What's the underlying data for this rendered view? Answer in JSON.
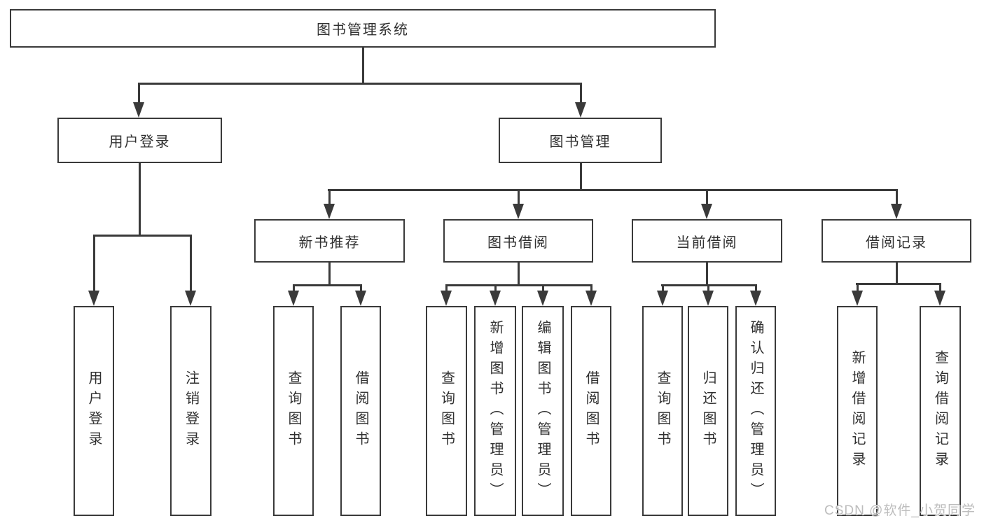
{
  "tree": {
    "label": "图书管理系统",
    "children": [
      {
        "label": "用户登录",
        "children": [
          {
            "label": "用户登录"
          },
          {
            "label": "注销登录"
          }
        ]
      },
      {
        "label": "图书管理",
        "children": [
          {
            "label": "新书推荐",
            "children": [
              {
                "label": "查询图书"
              },
              {
                "label": "借阅图书"
              }
            ]
          },
          {
            "label": "图书借阅",
            "children": [
              {
                "label": "查询图书"
              },
              {
                "label": "新增图书（管理员）"
              },
              {
                "label": "编辑图书（管理员）"
              },
              {
                "label": "借阅图书"
              }
            ]
          },
          {
            "label": "当前借阅",
            "children": [
              {
                "label": "查询图书"
              },
              {
                "label": "归还图书"
              },
              {
                "label": "确认归还（管理员）"
              }
            ]
          },
          {
            "label": "借阅记录",
            "children": [
              {
                "label": "新增借阅记录"
              },
              {
                "label": "查询借阅记录"
              }
            ]
          }
        ]
      }
    ]
  },
  "watermark": {
    "text": "CSDN @软件_小贺同学"
  },
  "colors": {
    "line": "#3a3a3a",
    "text": "#303030",
    "watermark": "#bdbdbd",
    "background": "#ffffff"
  }
}
